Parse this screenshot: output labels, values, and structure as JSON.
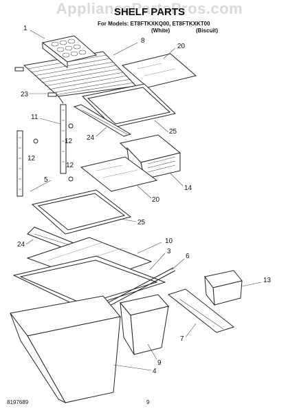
{
  "header": {
    "watermark": "AppliancePartsPros.com",
    "title": "SHELF PARTS",
    "models_line": "For Models: ET8FTKXKQ00, ET8FTKXKT00",
    "color_white": "(White)",
    "color_biscuit": "(Biscuit)"
  },
  "callouts": [
    "1",
    "8",
    "20",
    "23",
    "11",
    "12",
    "25",
    "24",
    "12",
    "12",
    "14",
    "5",
    "20",
    "25",
    "10",
    "24",
    "3",
    "6",
    "13",
    "7",
    "9",
    "4"
  ],
  "footer": {
    "doc_number": "8197689",
    "page_number": "9"
  },
  "colors": {
    "line": "#222222",
    "watermark": "#d9d9d9"
  }
}
